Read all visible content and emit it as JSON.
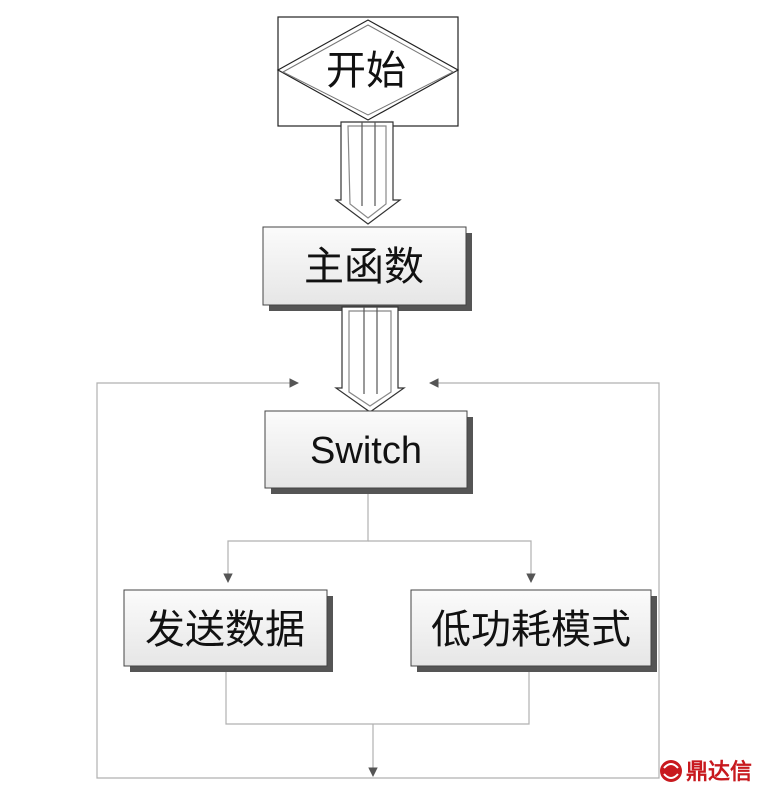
{
  "nodes": {
    "start": "开始",
    "main": "主函数",
    "switch": "Switch",
    "send": "发送数据",
    "lowpower": "低功耗模式"
  },
  "watermark": {
    "text": "鼎达信",
    "color": "#c8191e"
  },
  "colors": {
    "line": "#b0b0b0",
    "box_fill": "#f0f0f0",
    "shadow": "#6f6f6f"
  }
}
